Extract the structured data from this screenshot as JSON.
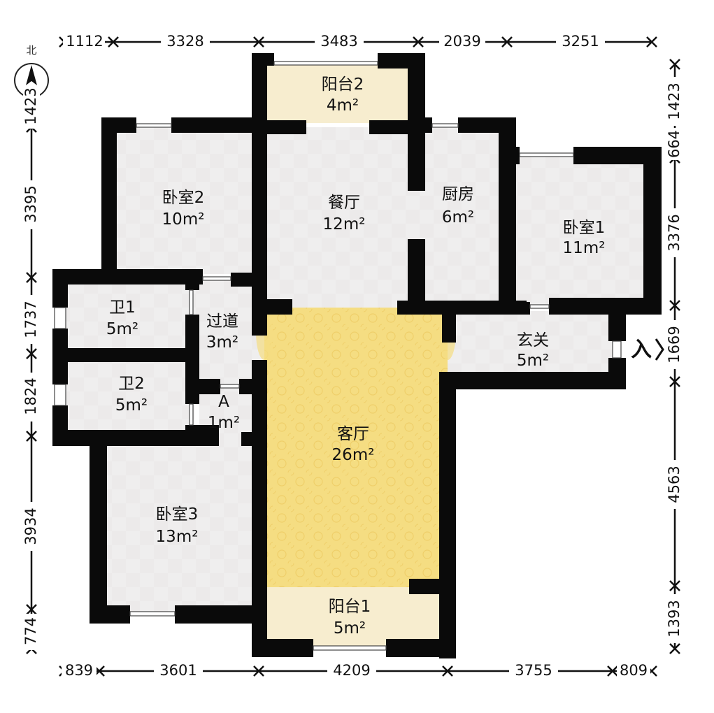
{
  "north_label": "北",
  "entry_label": "入",
  "rooms": {
    "balcony2": {
      "name": "阳台2",
      "area": "4m²"
    },
    "bedroom2": {
      "name": "卧室2",
      "area": "10m²"
    },
    "dining": {
      "name": "餐厅",
      "area": "12m²"
    },
    "kitchen": {
      "name": "厨房",
      "area": "6m²"
    },
    "bedroom1": {
      "name": "卧室1",
      "area": "11m²"
    },
    "bath1": {
      "name": "卫1",
      "area": "5m²"
    },
    "corridor": {
      "name": "过道",
      "area": "3m²"
    },
    "foyer": {
      "name": "玄关",
      "area": "5m²"
    },
    "bath2": {
      "name": "卫2",
      "area": "5m²"
    },
    "room_a": {
      "name": "A",
      "area": "1m²"
    },
    "living": {
      "name": "客厅",
      "area": "26m²"
    },
    "bedroom3": {
      "name": "卧室3",
      "area": "13m²"
    },
    "balcony1": {
      "name": "阳台1",
      "area": "5m²"
    }
  },
  "dimensions": {
    "top": [
      "1112",
      "3328",
      "3483",
      "2039",
      "3251"
    ],
    "bottom": [
      "839",
      "3601",
      "4209",
      "3755",
      "809"
    ],
    "left": [
      "1423",
      "3395",
      "1737",
      "1824",
      "3934",
      "774"
    ],
    "right": [
      "1423",
      "664",
      "3376",
      "1669",
      "4563",
      "1393"
    ]
  },
  "colors": {
    "wall": "#0a0a0a",
    "floor": "#efeeee",
    "balcony": "#f7edcf",
    "living": "#f5dd82"
  }
}
